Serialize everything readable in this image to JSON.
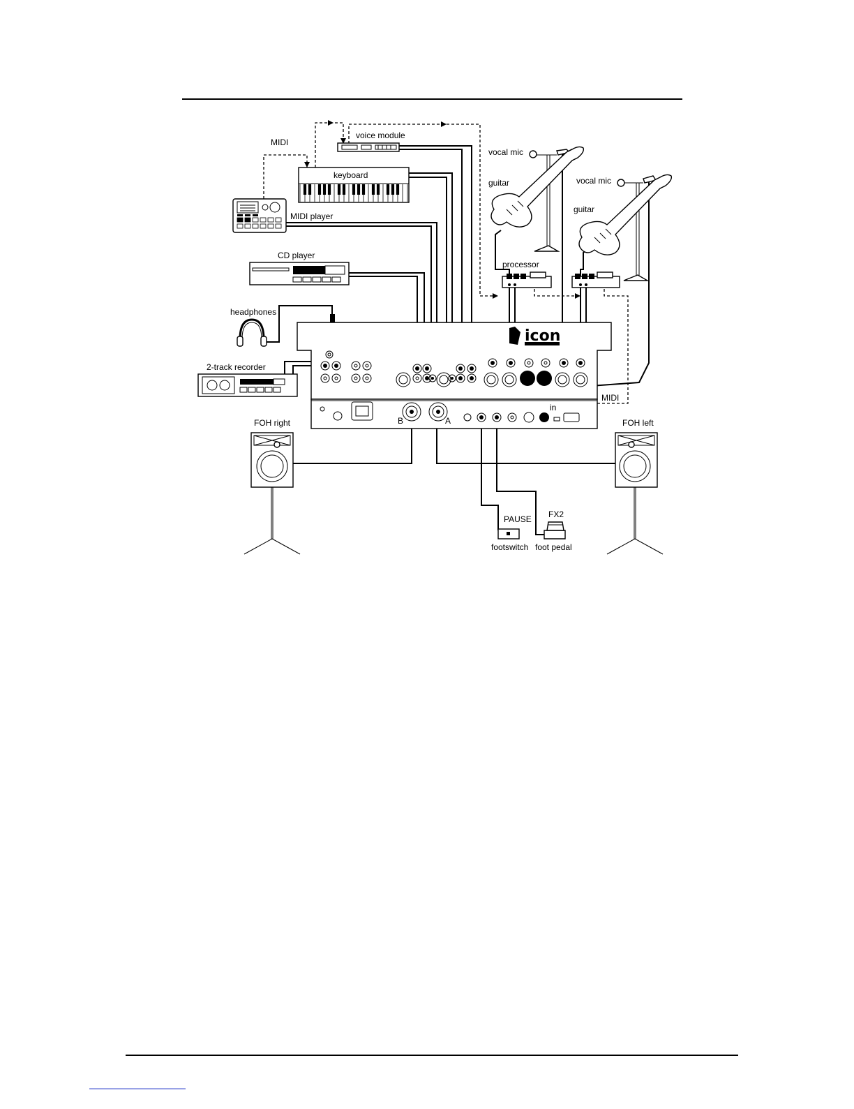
{
  "diagram": {
    "labels": {
      "voice_module": "voice module",
      "midi_top": "MIDI",
      "keyboard": "keyboard",
      "midi_player": "MIDI player",
      "cd_player": "CD player",
      "headphones": "headphones",
      "two_track_recorder": "2-track recorder",
      "vocal_mic_1": "vocal mic",
      "guitar_1": "guitar",
      "vocal_mic_2": "vocal mic",
      "guitar_2": "guitar",
      "processor": "processor",
      "midi_right": "MIDI",
      "midi_in": "in",
      "out_b": "B",
      "out_a": "A",
      "foh_right": "FOH right",
      "foh_left": "FOH left",
      "pause": "PAUSE",
      "fx2": "FX2",
      "footswitch": "footswitch",
      "foot_pedal": "foot pedal"
    }
  }
}
